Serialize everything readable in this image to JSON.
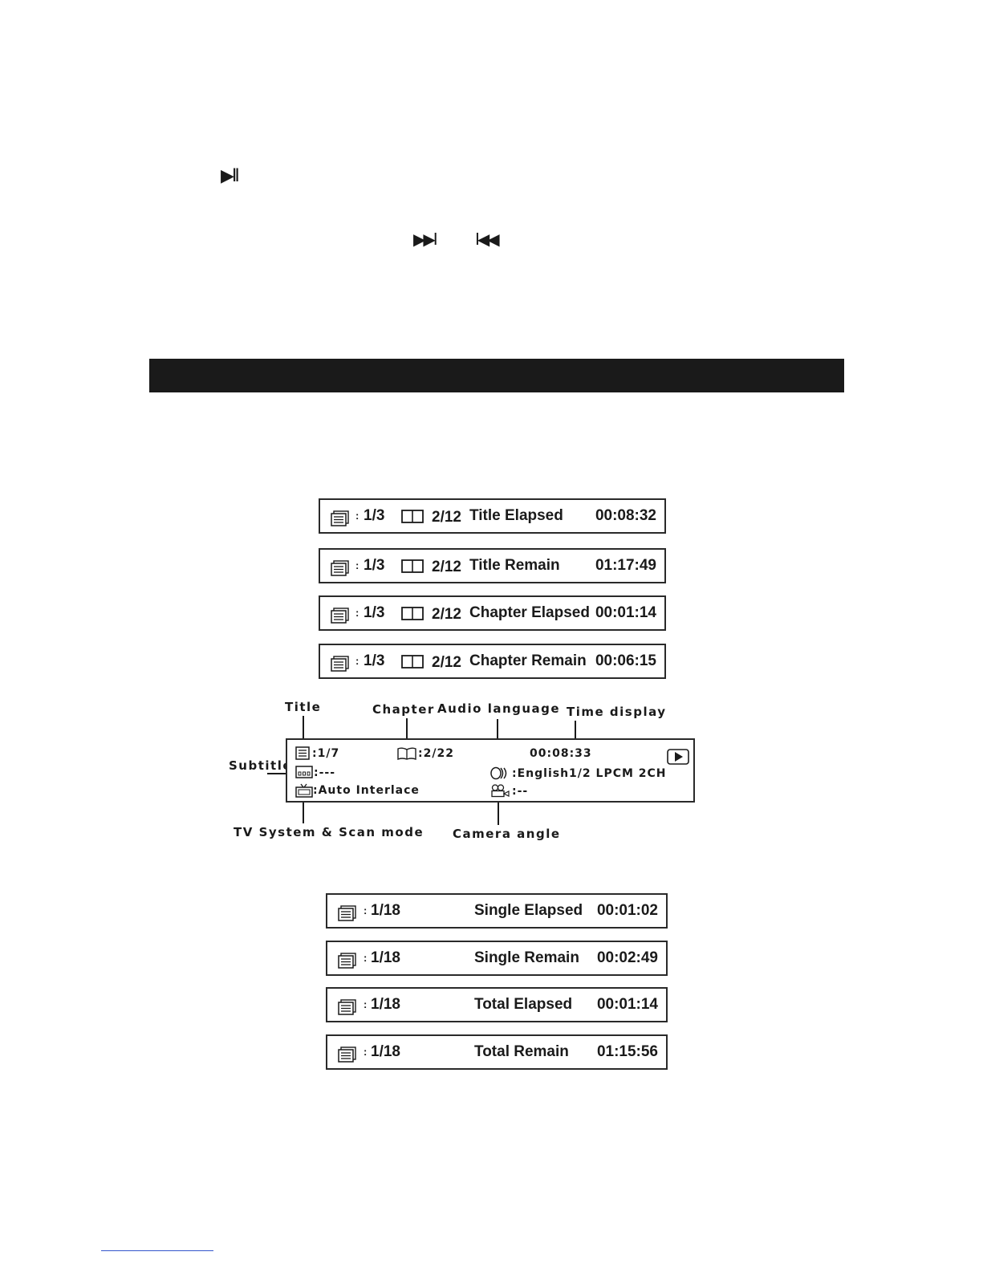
{
  "transport_icons": {
    "play_pause": "▶II",
    "next": "▶▶I",
    "previous": "I◀◀"
  },
  "dvd_displays": [
    {
      "title": "1/3",
      "chapter": "2/12",
      "mode": "Title Elapsed",
      "time": "00:08:32"
    },
    {
      "title": "1/3",
      "chapter": "2/12",
      "mode": "Title Remain",
      "time": "01:17:49"
    },
    {
      "title": "1/3",
      "chapter": "2/12",
      "mode": "Chapter Elapsed",
      "time": "00:01:14"
    },
    {
      "title": "1/3",
      "chapter": "2/12",
      "mode": "Chapter Remain",
      "time": "00:06:15"
    }
  ],
  "info_panel": {
    "labels": {
      "title": "Title",
      "chapter": "Chapter",
      "audio_language": "Audio language",
      "time_display": "Time display",
      "subtitle": "Subtitle",
      "tv_system": "TV System & Scan mode",
      "camera_angle": "Camera angle"
    },
    "title_value": ":1/7",
    "chapter_value": ":2/22",
    "time_value": "00:08:33",
    "subtitle_value": ":---",
    "audio_value": ":English1/2 LPCM 2CH",
    "tv_value": ":Auto Interlace",
    "angle_value": ":--"
  },
  "cd_displays": [
    {
      "track": "1/18",
      "mode": "Single Elapsed",
      "time": "00:01:02"
    },
    {
      "track": "1/18",
      "mode": "Single Remain",
      "time": "00:02:49"
    },
    {
      "track": "1/18",
      "mode": "Total Elapsed",
      "time": "00:01:14"
    },
    {
      "track": "1/18",
      "mode": "Total Remain",
      "time": "01:15:56"
    }
  ]
}
